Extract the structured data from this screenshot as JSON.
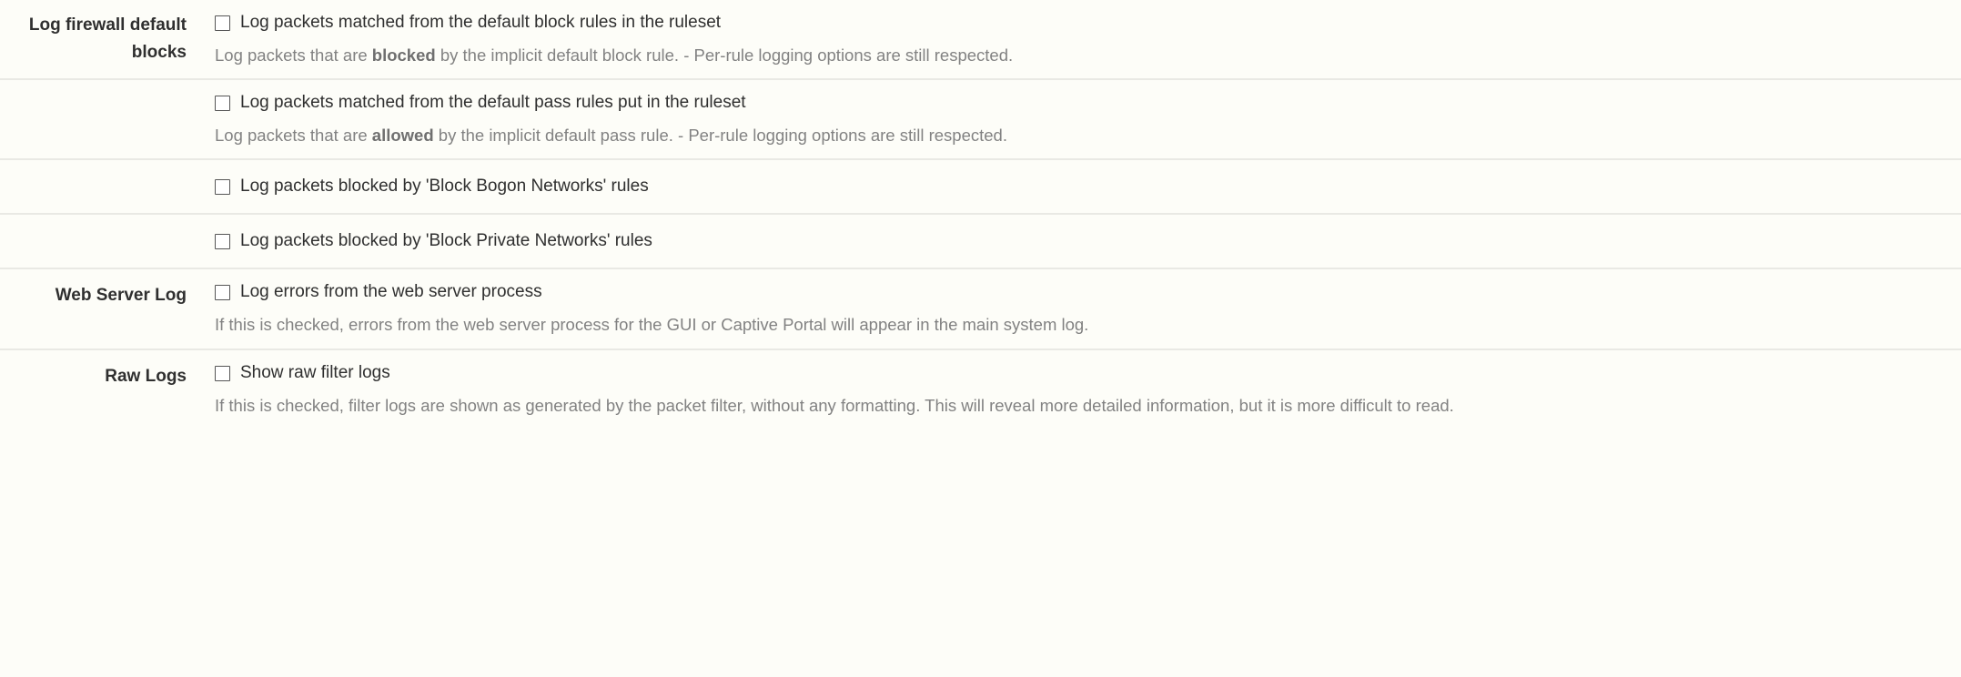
{
  "theme": {
    "background": "#fdfdf8",
    "divider": "#e9e9e4",
    "label_color": "#2f2f2f",
    "description_color": "#828282",
    "checkbox_border": "#555555"
  },
  "rows": [
    {
      "label": "Log firewall default blocks",
      "checkbox_label": "Log packets matched from the default block rules in the ruleset",
      "description_parts": [
        {
          "text": "Log packets that are ",
          "bold": false
        },
        {
          "text": "blocked",
          "bold": true
        },
        {
          "text": " by the implicit default block rule. - Per-rule logging options are still respected.",
          "bold": false
        }
      ],
      "checked": false
    },
    {
      "label": "",
      "checkbox_label": "Log packets matched from the default pass rules put in the ruleset",
      "description_parts": [
        {
          "text": "Log packets that are ",
          "bold": false
        },
        {
          "text": "allowed",
          "bold": true
        },
        {
          "text": " by the implicit default pass rule. - Per-rule logging options are still respected.",
          "bold": false
        }
      ],
      "checked": false
    },
    {
      "label": "",
      "checkbox_label": "Log packets blocked by 'Block Bogon Networks' rules",
      "description_parts": [],
      "checked": false
    },
    {
      "label": "",
      "checkbox_label": "Log packets blocked by 'Block Private Networks' rules",
      "description_parts": [],
      "checked": false
    },
    {
      "label": "Web Server Log",
      "checkbox_label": "Log errors from the web server process",
      "description_parts": [
        {
          "text": "If this is checked, errors from the web server process for the GUI or Captive Portal will appear in the main system log.",
          "bold": false
        }
      ],
      "checked": false
    },
    {
      "label": "Raw Logs",
      "checkbox_label": "Show raw filter logs",
      "description_parts": [
        {
          "text": "If this is checked, filter logs are shown as generated by the packet filter, without any formatting. This will reveal more detailed information, but it is more difficult to read.",
          "bold": false
        }
      ],
      "checked": false
    }
  ]
}
